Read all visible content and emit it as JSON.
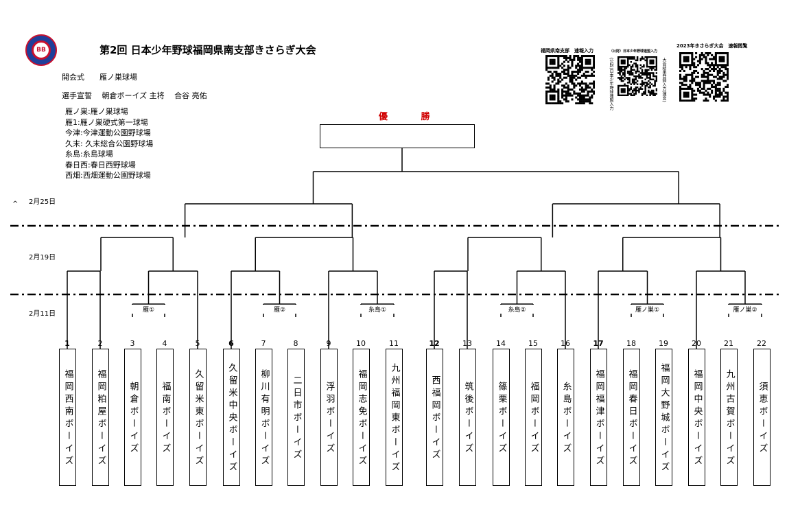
{
  "title": "第2回 日本少年野球福岡県南支部きさらぎ大会",
  "logo_text": "BB",
  "opening": "開会式　　雁ノ巣球場",
  "oath": "選手宣誓　 朝倉ボーイズ  主将　 合谷  亮佑",
  "venues": [
    "雁ノ巣:雁ノ巣球場",
    "雁1:雁ノ巣硬式第一球場",
    "今津:今津運動公園野球場",
    "久末:  久末総合公園野球場",
    "糸島:糸島球場",
    "春日西:春日西野球場",
    "西畑:西畑運動公園野球場"
  ],
  "qr_codes": [
    {
      "label": "福岡県南支部　速報入力"
    },
    {
      "label": "（公財）日本少年野球連盟入力",
      "side_left": "(公財)日本少年野球連盟入力",
      "side_right": "大会結果登録入力(運営)"
    },
    {
      "label": "2023年きさらぎ大会　速報閲覧"
    }
  ],
  "champion_label": "優 勝",
  "dates": {
    "final": "2月25日",
    "round2": "2月19日",
    "round1": "2月11日"
  },
  "caret": "^",
  "round1_venues": [
    "雁①",
    "雁②",
    "糸島①",
    "糸島②",
    "雁ノ巣①",
    "雁ノ巣②"
  ],
  "teams": [
    {
      "num": "1",
      "name": "福岡西南ボーイズ",
      "bold": true
    },
    {
      "num": "2",
      "name": "福岡粕屋ボーイズ",
      "bold": false
    },
    {
      "num": "3",
      "name": "朝倉ボーイズ",
      "bold": false
    },
    {
      "num": "4",
      "name": "福南ボーイズ",
      "bold": false
    },
    {
      "num": "5",
      "name": "久留米東ボーイズ",
      "bold": false
    },
    {
      "num": "6",
      "name": "久留米中央ボーイズ",
      "bold": true
    },
    {
      "num": "7",
      "name": "柳川有明ボーイズ",
      "bold": false
    },
    {
      "num": "8",
      "name": "二日市ボーイズ",
      "bold": false
    },
    {
      "num": "9",
      "name": "浮羽ボーイズ",
      "bold": false
    },
    {
      "num": "10",
      "name": "福岡志免ボーイズ",
      "bold": false
    },
    {
      "num": "11",
      "name": "九州福岡東ボーイズ",
      "bold": false
    },
    {
      "num": "12",
      "name": "西福岡ボーイズ",
      "bold": true
    },
    {
      "num": "13",
      "name": "筑後ボーイズ",
      "bold": false
    },
    {
      "num": "14",
      "name": "篠栗ボーイズ",
      "bold": false
    },
    {
      "num": "15",
      "name": "福岡ボーイズ",
      "bold": false
    },
    {
      "num": "16",
      "name": "糸島ボーイズ",
      "bold": false
    },
    {
      "num": "17",
      "name": "福岡福津ボーイズ",
      "bold": true
    },
    {
      "num": "18",
      "name": "福岡春日ボーイズ",
      "bold": false
    },
    {
      "num": "19",
      "name": "福岡大野城ボーイズ",
      "bold": false
    },
    {
      "num": "20",
      "name": "福岡中央ボーイズ",
      "bold": false
    },
    {
      "num": "21",
      "name": "九州古賀ボーイズ",
      "bold": false
    },
    {
      "num": "22",
      "name": "須恵ボーイズ",
      "bold": false
    }
  ]
}
